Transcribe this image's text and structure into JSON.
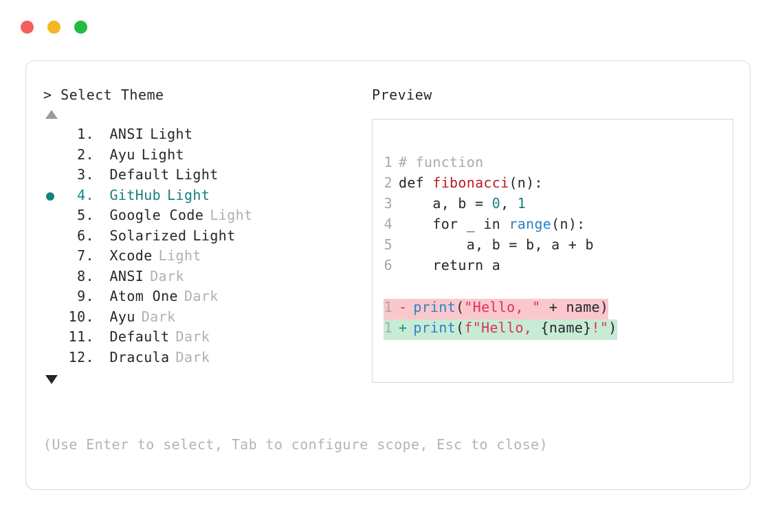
{
  "window": {
    "traffic_lights": [
      {
        "name": "close",
        "color": "#f4605a"
      },
      {
        "name": "minimize",
        "color": "#f5b525"
      },
      {
        "name": "maximize",
        "color": "#22bb44"
      }
    ]
  },
  "selector": {
    "prompt": "> Select Theme",
    "scroll_up_icon": "triangle-up",
    "scroll_down_icon": "triangle-down",
    "selected_index": 4,
    "selected_bullet_color": "#17807e",
    "items": [
      {
        "num": "1.",
        "name": "ANSI",
        "variant": "Light",
        "variant_muted": false,
        "selected": false
      },
      {
        "num": "2.",
        "name": "Ayu",
        "variant": "Light",
        "variant_muted": false,
        "selected": false
      },
      {
        "num": "3.",
        "name": "Default",
        "variant": "Light",
        "variant_muted": false,
        "selected": false
      },
      {
        "num": "4.",
        "name": "GitHub",
        "variant": "Light",
        "variant_muted": false,
        "selected": true
      },
      {
        "num": "5.",
        "name": "Google Code",
        "variant": "Light",
        "variant_muted": true,
        "selected": false
      },
      {
        "num": "6.",
        "name": "Solarized",
        "variant": "Light",
        "variant_muted": false,
        "selected": false
      },
      {
        "num": "7.",
        "name": "Xcode",
        "variant": "Light",
        "variant_muted": true,
        "selected": false
      },
      {
        "num": "8.",
        "name": "ANSI",
        "variant": "Dark",
        "variant_muted": true,
        "selected": false
      },
      {
        "num": "9.",
        "name": "Atom One",
        "variant": "Dark",
        "variant_muted": true,
        "selected": false
      },
      {
        "num": "10.",
        "name": "Ayu",
        "variant": "Dark",
        "variant_muted": true,
        "selected": false
      },
      {
        "num": "11.",
        "name": "Default",
        "variant": "Dark",
        "variant_muted": true,
        "selected": false
      },
      {
        "num": "12.",
        "name": "Dracula",
        "variant": "Dark",
        "variant_muted": true,
        "selected": false
      }
    ],
    "hint": "(Use Enter to select, Tab to configure scope, Esc to close)"
  },
  "preview": {
    "label": "Preview",
    "code_lines": [
      {
        "ln": "1",
        "tokens": [
          {
            "t": "# function",
            "c": "tok-comment"
          }
        ]
      },
      {
        "ln": "2",
        "tokens": [
          {
            "t": "def ",
            "c": "tok-plain"
          },
          {
            "t": "fibonacci",
            "c": "tok-fn"
          },
          {
            "t": "(n):",
            "c": "tok-plain"
          }
        ]
      },
      {
        "ln": "3",
        "tokens": [
          {
            "t": "    a, b = ",
            "c": "tok-plain"
          },
          {
            "t": "0",
            "c": "tok-num"
          },
          {
            "t": ", ",
            "c": "tok-plain"
          },
          {
            "t": "1",
            "c": "tok-num"
          }
        ]
      },
      {
        "ln": "4",
        "tokens": [
          {
            "t": "    for _ in ",
            "c": "tok-plain"
          },
          {
            "t": "range",
            "c": "tok-builtin"
          },
          {
            "t": "(n):",
            "c": "tok-plain"
          }
        ]
      },
      {
        "ln": "5",
        "tokens": [
          {
            "t": "        a, b = b, a + b",
            "c": "tok-plain"
          }
        ]
      },
      {
        "ln": "6",
        "tokens": [
          {
            "t": "    return a",
            "c": "tok-plain"
          }
        ]
      }
    ],
    "diff_lines": [
      {
        "ln": "1",
        "mark": "-",
        "kind": "del",
        "tokens": [
          {
            "t": "print",
            "c": "tok-builtin"
          },
          {
            "t": "(",
            "c": "tok-plain"
          },
          {
            "t": "\"Hello, \"",
            "c": "tok-str"
          },
          {
            "t": " + name)",
            "c": "tok-plain"
          }
        ]
      },
      {
        "ln": "1",
        "mark": "+",
        "kind": "add",
        "tokens": [
          {
            "t": "print",
            "c": "tok-builtin"
          },
          {
            "t": "(",
            "c": "tok-plain"
          },
          {
            "t": "f\"Hello, ",
            "c": "tok-str"
          },
          {
            "t": "{name}",
            "c": "tok-plain"
          },
          {
            "t": "!\"",
            "c": "tok-str"
          },
          {
            "t": ")",
            "c": "tok-plain"
          }
        ]
      }
    ]
  }
}
